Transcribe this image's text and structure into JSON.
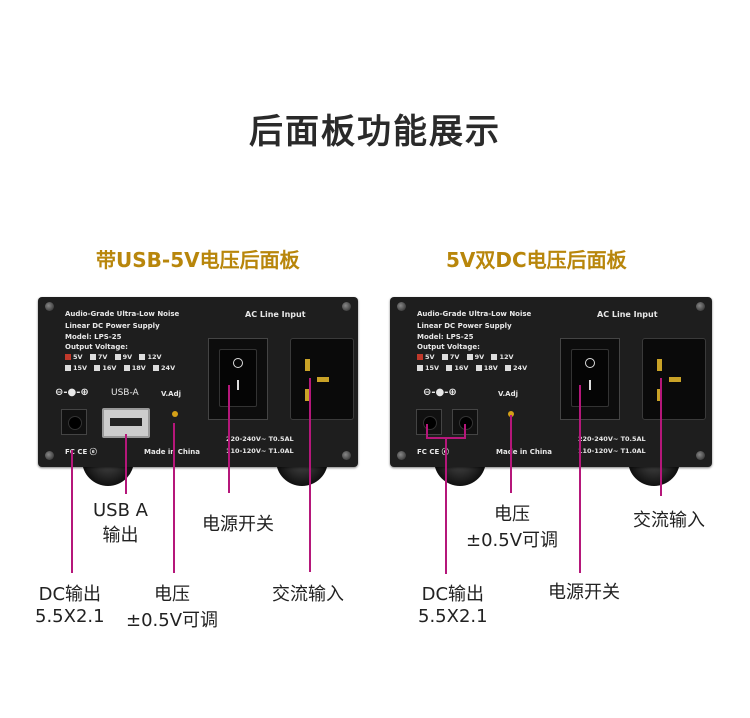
{
  "title": "后面板功能展示",
  "left": {
    "subtitle": "带USB-5V电压后面板",
    "panel": {
      "line1": "Audio-Grade Ultra-Low Noise",
      "line2": "Linear DC Power Supply",
      "model": "Model: LPS-25",
      "output_voltage": "Output Voltage:",
      "voltages_row1": [
        "5V",
        "7V",
        "9V",
        "12V"
      ],
      "voltages_row2": [
        "15V",
        "16V",
        "18V",
        "24V"
      ],
      "ac_line_input": "AC Line Input",
      "usb_a": "USB-A",
      "vadj": "V.Adj",
      "made_in": "Made in China",
      "rating1": "220-240V~   T0.5AL",
      "rating2": "110-120V~   T1.0AL",
      "dc_symbol": "⊖-●-⊕",
      "certs": "FC CE ⓔ"
    },
    "labels": {
      "usb": "USB A\n输出",
      "power_switch": "电源开关",
      "dc_out": "DC输出\n5.5X2.1",
      "voltage": "电压\n±0.5V可调",
      "ac_in": "交流输入"
    }
  },
  "right": {
    "subtitle": "5V双DC电压后面板",
    "panel": {
      "line1": "Audio-Grade Ultra-Low Noise",
      "line2": "Linear DC Power Supply",
      "model": "Model: LPS-25",
      "output_voltage": "Output Voltage:",
      "voltages_row1": [
        "5V",
        "7V",
        "9V",
        "12V"
      ],
      "voltages_row2": [
        "15V",
        "16V",
        "18V",
        "24V"
      ],
      "ac_line_input": "AC Line Input",
      "vadj": "V.Adj",
      "made_in": "Made in China",
      "rating1": "220-240V~   T0.5AL",
      "rating2": "110-120V~   T1.0AL",
      "dc_symbol": "⊖-●-⊕",
      "certs": "FC CE ⓔ"
    },
    "labels": {
      "voltage": "电压\n±0.5V可调",
      "ac_in": "交流输入",
      "dc_out": "DC输出\n5.5X2.1",
      "power_switch": "电源开关"
    }
  },
  "colors": {
    "accent_line": "#b5177a",
    "subtitle": "#b8860b",
    "panel": "#1e1e1e"
  }
}
